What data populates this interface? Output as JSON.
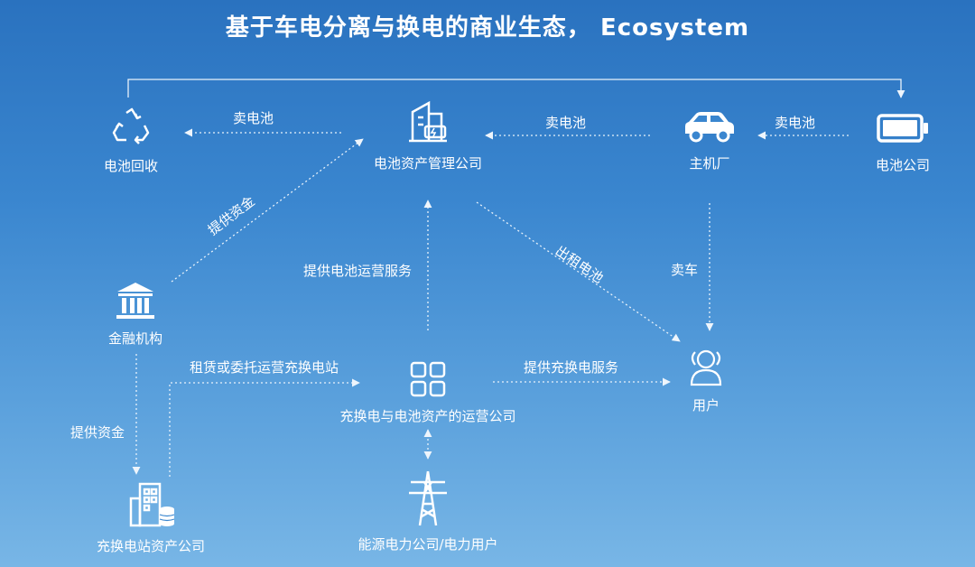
{
  "title": "基于车电分离与换电的商业生态，  Ecosystem",
  "nodes": {
    "battery_recycling": "电池回收",
    "battery_asset_mgmt": "电池资产管理公司",
    "oem": "主机厂",
    "battery_company": "电池公司",
    "financial_institution": "金融机构",
    "swap_operator": "充换电与电池资产的运营公司",
    "user": "用户",
    "station_asset_company": "充换电站资产公司",
    "energy_company": "能源电力公司/电力用户"
  },
  "edges": {
    "sell_battery_recycle": "卖电池",
    "sell_battery_oem": "卖电池",
    "sell_battery_company": "卖电池",
    "provide_funds_top": "提供资金",
    "battery_ops_service": "提供电池运营服务",
    "rent_battery": "出租电池",
    "sell_car": "卖车",
    "lease_stations": "租赁或委托运营充换电站",
    "swap_service": "提供充换电服务",
    "provide_funds_bottom": "提供资金"
  },
  "icons": {
    "recycle": "recycle-icon",
    "building": "building-battery-icon",
    "car": "car-icon",
    "battery": "battery-icon",
    "bank": "bank-icon",
    "grid": "grid-icon",
    "users": "users-icon",
    "station": "station-building-icon",
    "tower": "power-tower-icon"
  },
  "colors": {
    "line": "#e8f2fb"
  }
}
